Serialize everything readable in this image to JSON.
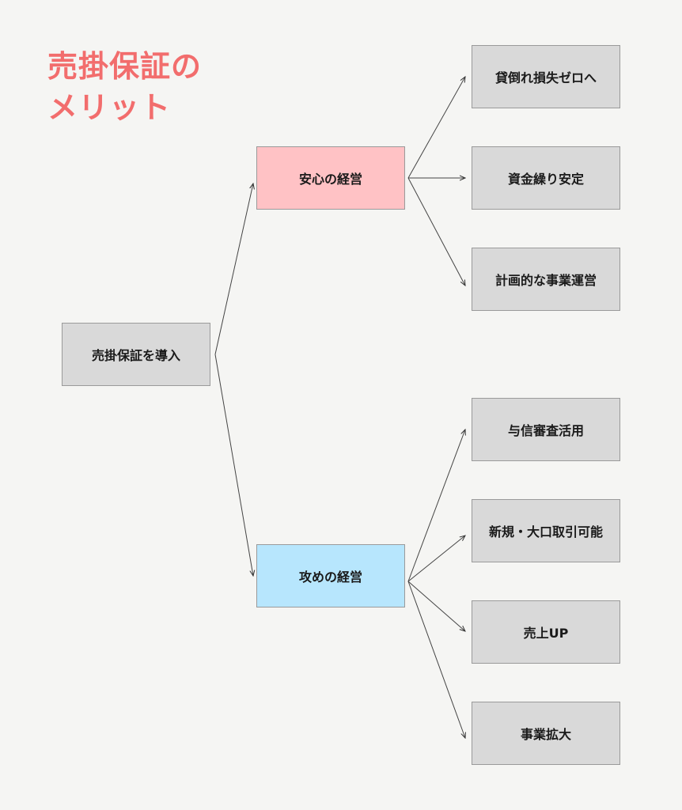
{
  "title": {
    "line1": "売掛保証の",
    "line2": "メリット"
  },
  "root": "売掛保証を導入",
  "branches": {
    "anshin": {
      "label": "安心の経営",
      "items": [
        "貸倒れ損失ゼロへ",
        "資金繰り安定",
        "計画的な事業運営"
      ]
    },
    "seme": {
      "label": "攻めの経営",
      "items": [
        "与信審査活用",
        "新規・大口取引可能",
        "売上UP",
        "事業拡大"
      ]
    }
  },
  "colors": {
    "title": "#f26d6d",
    "grey": "#d9d9d9",
    "pink": "#ffc2c5",
    "blue": "#b7e6fd"
  }
}
